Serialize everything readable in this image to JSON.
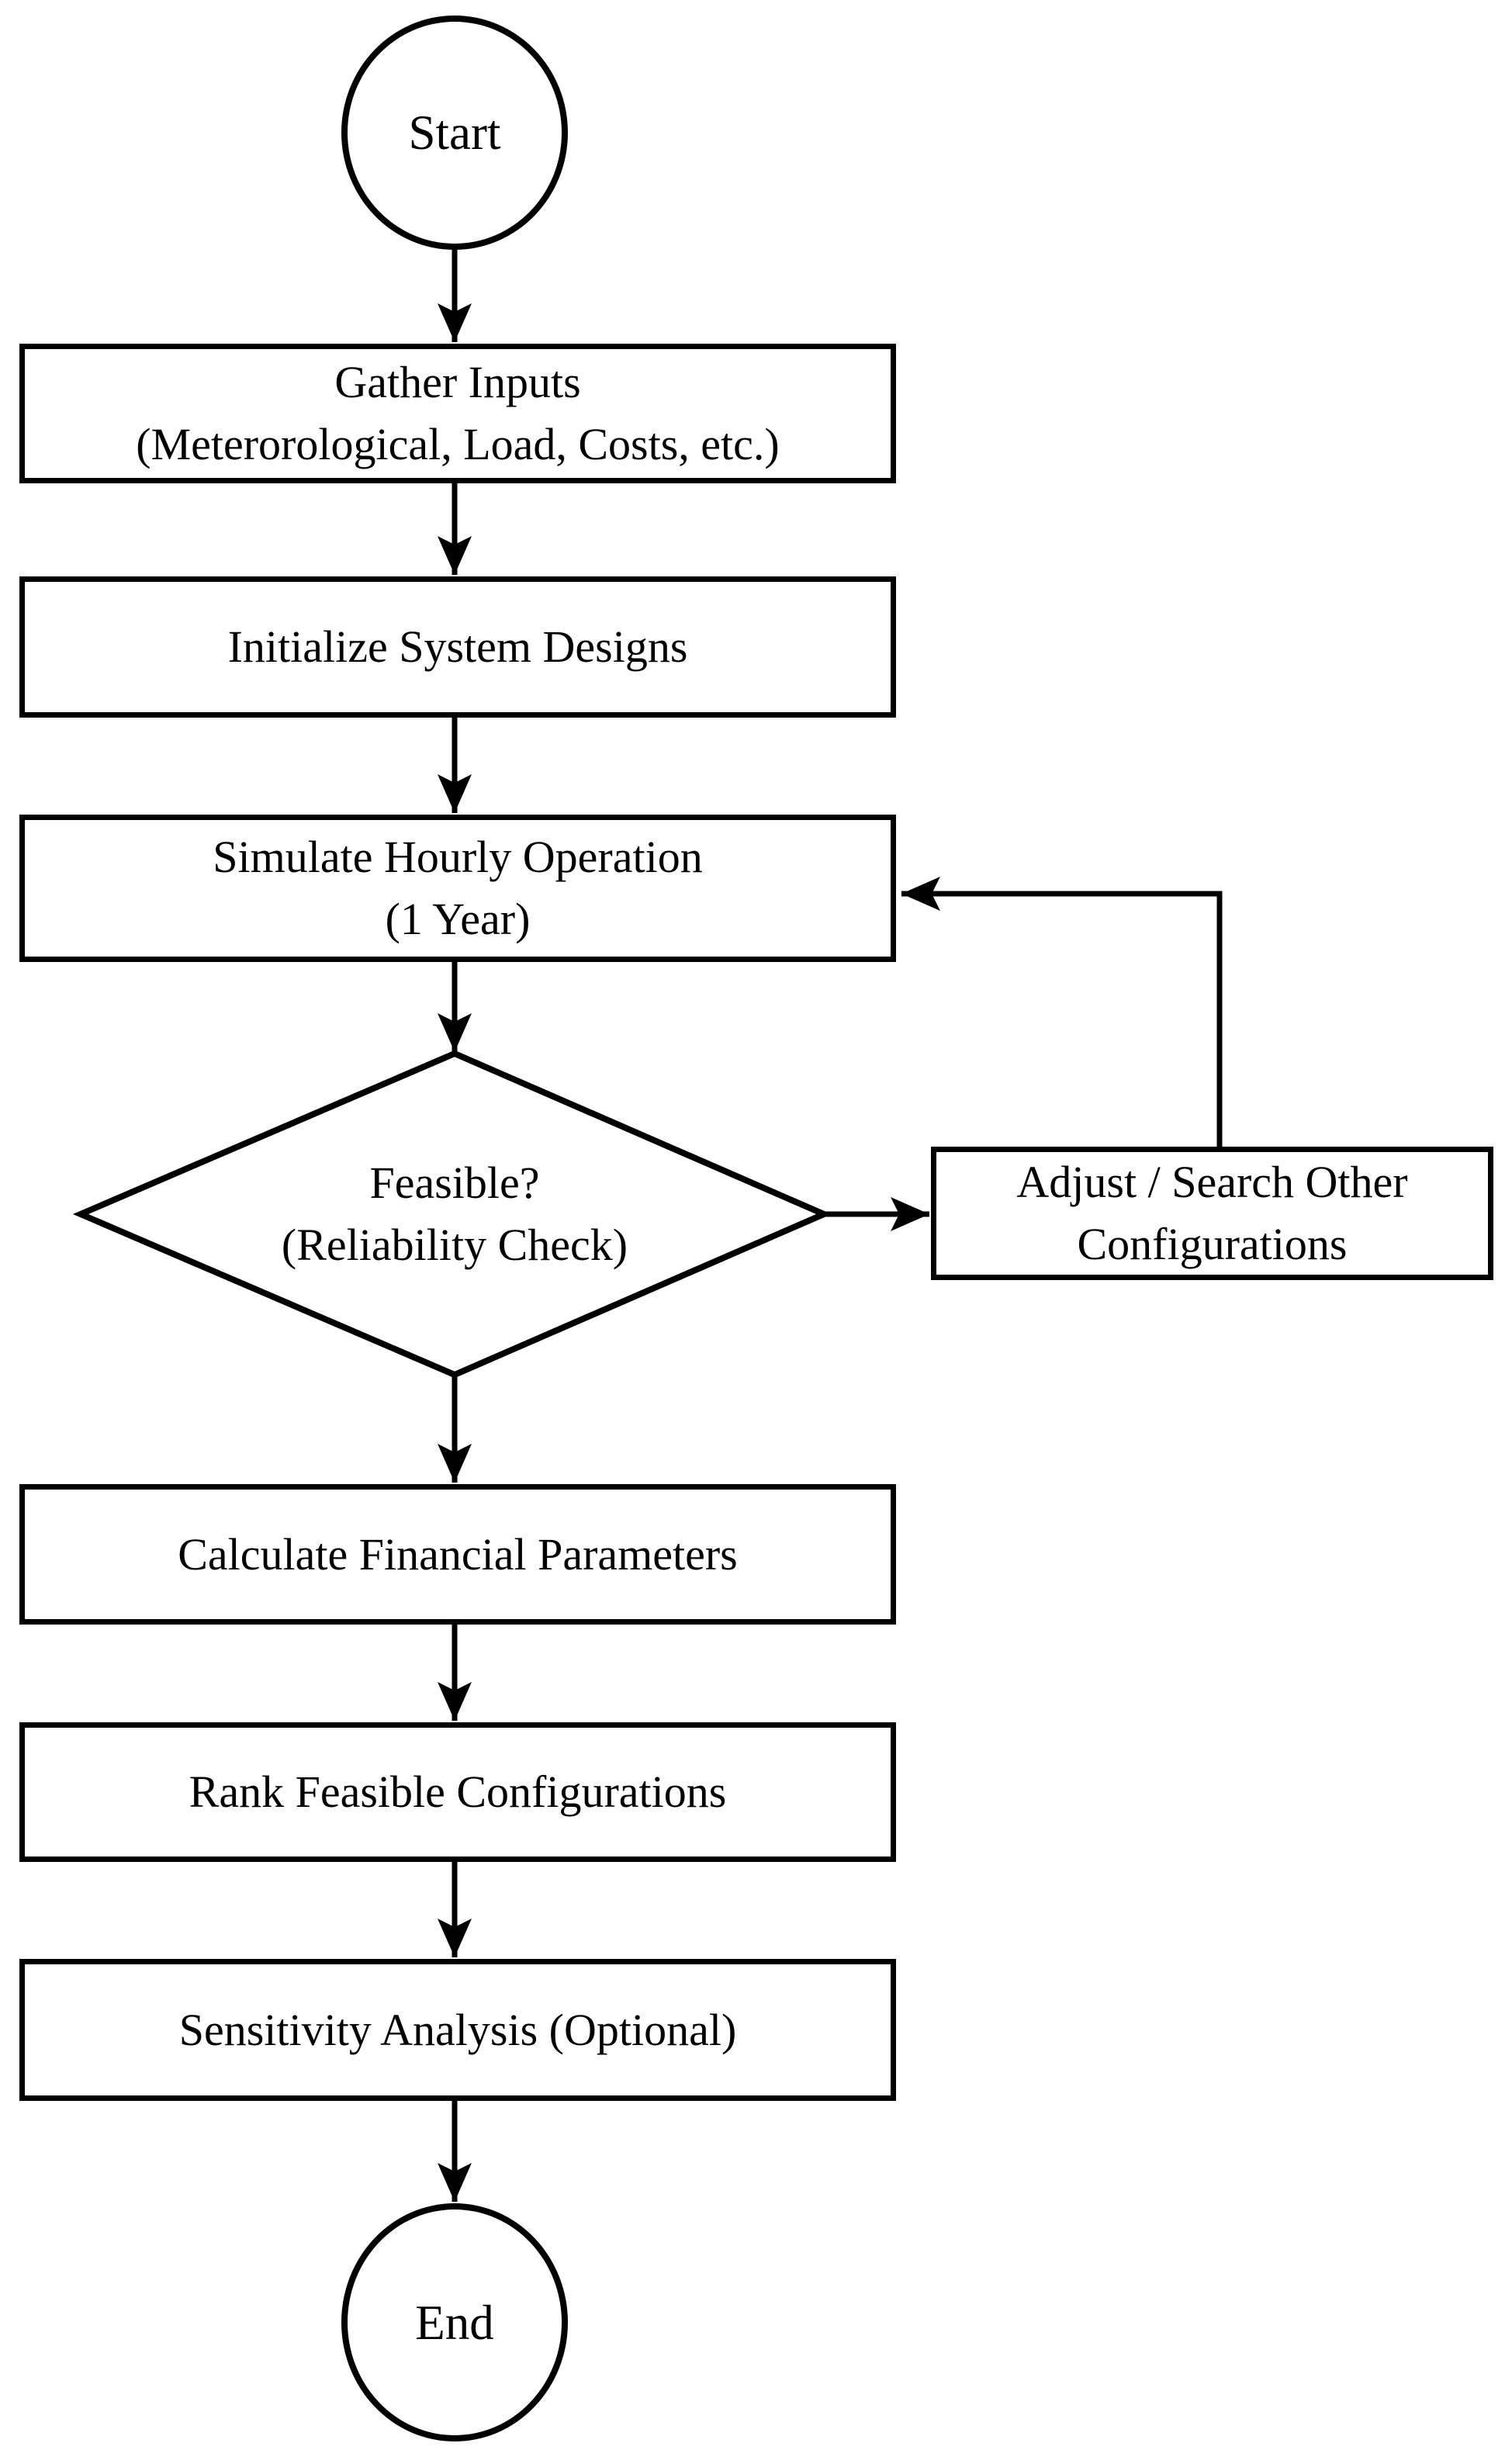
{
  "colors": {
    "stroke": "#000000",
    "background": "#ffffff",
    "node_fill": "#ffffff"
  },
  "flowchart": {
    "nodes": {
      "start": {
        "type": "terminator",
        "label": "Start"
      },
      "gather_inputs": {
        "type": "process",
        "lines": [
          "Gather Inputs",
          "(Meterorological, Load, Costs, etc.)"
        ]
      },
      "initialize_designs": {
        "type": "process",
        "lines": [
          "Initialize System Designs"
        ]
      },
      "simulate_operation": {
        "type": "process",
        "lines": [
          "Simulate Hourly Operation",
          "(1 Year)"
        ]
      },
      "feasibility_check": {
        "type": "decision",
        "lines": [
          "Feasible?",
          "(Reliability Check)"
        ]
      },
      "adjust_search": {
        "type": "process",
        "lines": [
          "Adjust / Search Other",
          "Configurations"
        ]
      },
      "calculate_financial": {
        "type": "process",
        "lines": [
          "Calculate Financial Parameters"
        ]
      },
      "rank_configurations": {
        "type": "process",
        "lines": [
          "Rank Feasible Configurations"
        ]
      },
      "sensitivity_analysis": {
        "type": "process",
        "lines": [
          "Sensitivity Analysis (Optional)"
        ]
      },
      "end": {
        "type": "terminator",
        "label": "End"
      }
    },
    "edges": [
      {
        "from": "start",
        "to": "gather_inputs"
      },
      {
        "from": "gather_inputs",
        "to": "initialize_designs"
      },
      {
        "from": "initialize_designs",
        "to": "simulate_operation"
      },
      {
        "from": "simulate_operation",
        "to": "feasibility_check"
      },
      {
        "from": "feasibility_check",
        "to": "adjust_search"
      },
      {
        "from": "adjust_search",
        "to": "simulate_operation"
      },
      {
        "from": "feasibility_check",
        "to": "calculate_financial"
      },
      {
        "from": "calculate_financial",
        "to": "rank_configurations"
      },
      {
        "from": "rank_configurations",
        "to": "sensitivity_analysis"
      },
      {
        "from": "sensitivity_analysis",
        "to": "end"
      }
    ]
  }
}
